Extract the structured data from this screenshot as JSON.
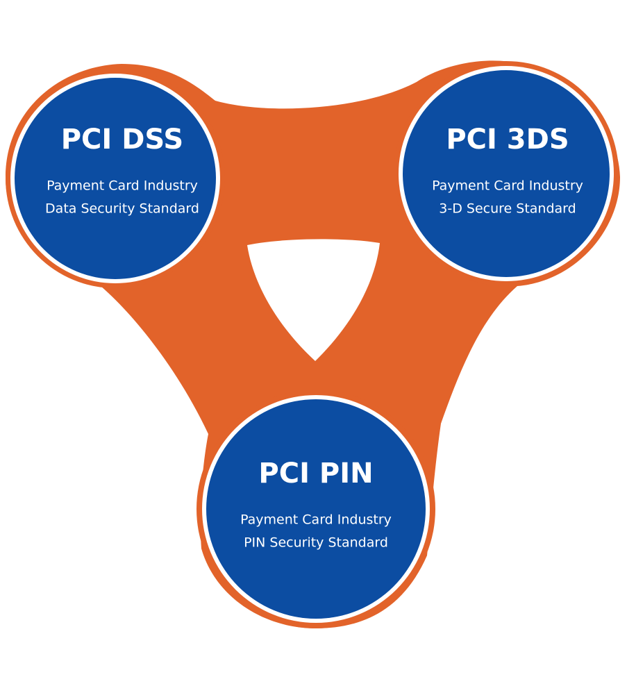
{
  "colors": {
    "connector": "#e2632a",
    "node_fill": "#0c4da2",
    "node_ring_inner": "#ffffff",
    "node_ring_outer": "#e2632a",
    "text": "#ffffff",
    "background": "#ffffff"
  },
  "nodes": [
    {
      "id": "dss",
      "title": "PCI DSS",
      "line1": "Payment Card Industry",
      "line2": "Data Security Standard"
    },
    {
      "id": "3ds",
      "title": "PCI 3DS",
      "line1": "Payment Card Industry",
      "line2": "3-D Secure Standard"
    },
    {
      "id": "pin",
      "title": "PCI PIN",
      "line1": "Payment Card Industry",
      "line2": "PIN Security Standard"
    }
  ]
}
